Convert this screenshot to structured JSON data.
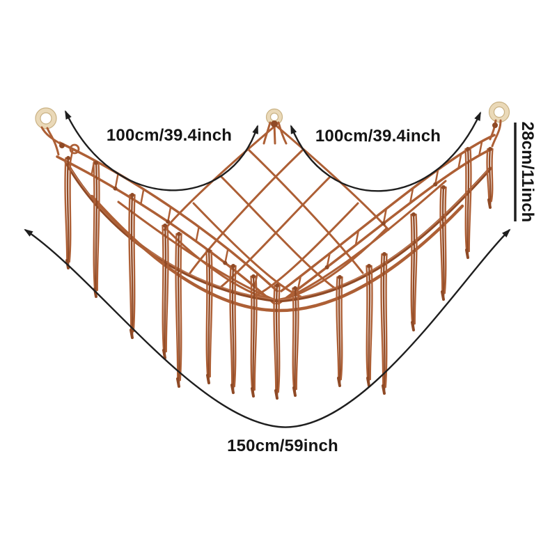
{
  "illustration": {
    "type": "product-dimension-diagram",
    "subject": "macrame hanging net hammock with three wooden rings and fringe tassels",
    "labels": {
      "top_left_span": "100cm/39.4inch",
      "top_right_span": "100cm/39.4inch",
      "side_height": "28cm/11inch",
      "bottom_span": "150cm/59inch"
    },
    "colors": {
      "background": "#ffffff",
      "text": "#141414",
      "arrow": "#1e1e1e",
      "rope": "#ad5f35",
      "rope_dark": "#8f4a26",
      "rope_highlight": "#c8805a",
      "ring": "#ead9b8",
      "ring_border": "#c9b183"
    }
  }
}
